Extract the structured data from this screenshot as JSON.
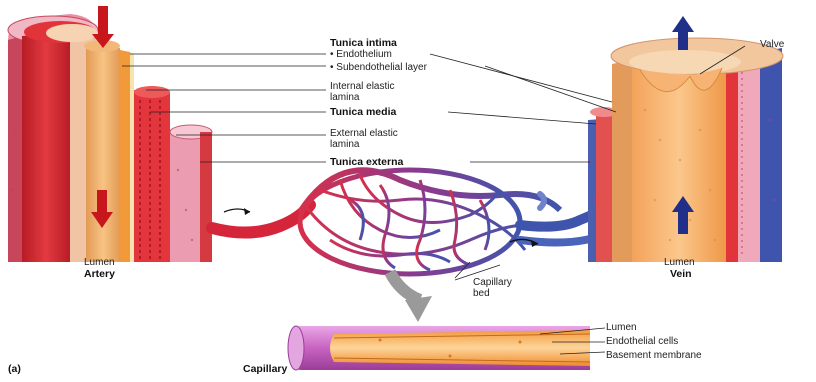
{
  "labels": {
    "tunica_intima": "Tunica intima",
    "endothelium": "• Endothelium",
    "subendothelial": "• Subendothelial layer",
    "internal_elastic": "Internal elastic lamina",
    "tunica_media": "Tunica media",
    "external_elastic": "External elastic lamina",
    "tunica_externa": "Tunica externa",
    "valve": "Valve",
    "artery_lumen": "Lumen",
    "artery": "Artery",
    "vein_lumen": "Lumen",
    "vein": "Vein",
    "capillary_bed": "Capillary bed",
    "cap_lumen": "Lumen",
    "endothelial_cells": "Endothelial cells",
    "basement_membrane": "Basement membrane",
    "panel": "(a)",
    "capillary": "Capillary"
  },
  "colors": {
    "artery_outer": "#d42a34",
    "artery_inner": "#f3b39c",
    "externa_pink": "#e998ac",
    "media_red": "#e0343a",
    "intima_orange": "#f2a24a",
    "lumen_tan": "#e8b07a",
    "vein_blue": "#4a5fb0",
    "arrow_red": "#c8161d",
    "arrow_blue": "#1f2f8a",
    "capillary_purple": "#c86ec8",
    "gray_arrow": "#9a9a9a"
  },
  "icons": {
    "artery_flow": "down-arrow",
    "vein_flow": "up-arrow",
    "capillary_zoom": "gray-down-arrow"
  }
}
